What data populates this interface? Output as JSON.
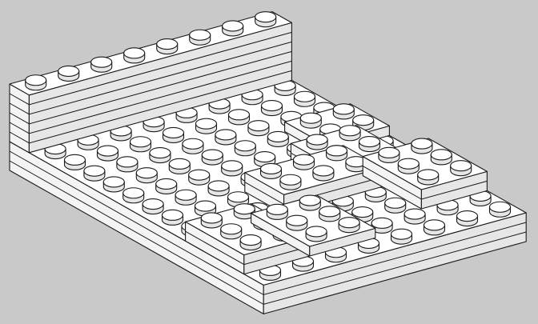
{
  "scene": {
    "subject": "lego-brick-assembly",
    "colors": {
      "background": "#c9c9c9",
      "top_face": "#ffffff",
      "left_face": "#f4f4f4",
      "right_face": "#e6e6e6",
      "outline": "#1a1a1a"
    },
    "base": {
      "width_studs": 8,
      "depth_studs": 13,
      "plate_layers": 3
    },
    "wall": {
      "width_studs": 8,
      "depth_studs": 1,
      "height_plates": 6
    },
    "raised_plates": [
      {
        "a": 0,
        "b": 9,
        "w": 2,
        "d": 3,
        "layers": 2
      },
      {
        "a": 2,
        "b": 9,
        "w": 2,
        "d": 3,
        "layers": 1
      },
      {
        "a": 3,
        "b": 7,
        "w": 3,
        "d": 2,
        "layers": 2
      },
      {
        "a": 5,
        "b": 6,
        "w": 2,
        "d": 2,
        "layers": 2
      },
      {
        "a": 6,
        "b": 8,
        "w": 2,
        "d": 3,
        "layers": 2
      },
      {
        "a": 6,
        "b": 4,
        "w": 2,
        "d": 2,
        "layers": 1
      }
    ]
  }
}
